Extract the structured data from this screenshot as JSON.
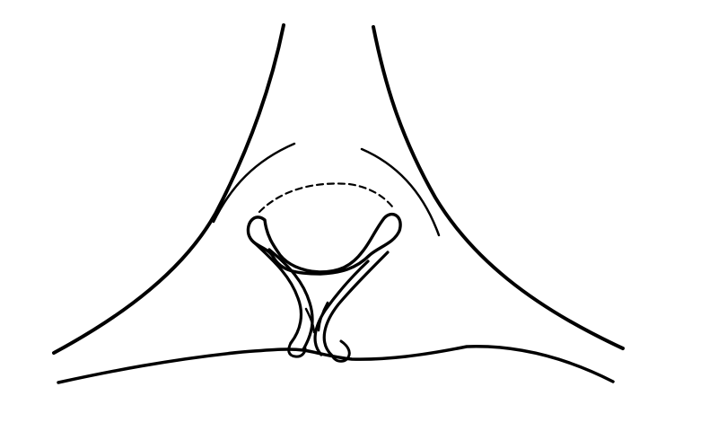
{
  "diagram": {
    "background_color": "#ffffff",
    "line_color": "#000000",
    "parts": [
      "left-outer-curve",
      "right-outer-curve",
      "base-line",
      "left-inner-arc",
      "right-inner-arc",
      "dashed-arc",
      "loop-body",
      "crossing-stems"
    ]
  }
}
